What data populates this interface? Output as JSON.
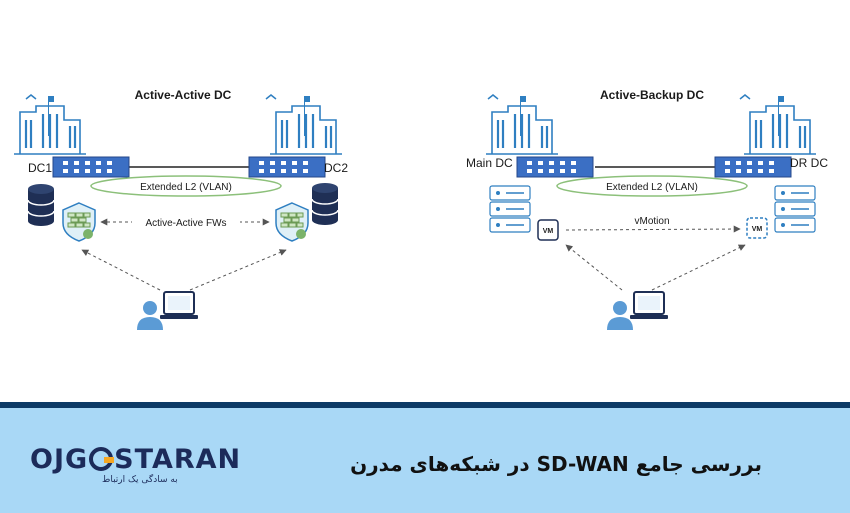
{
  "diagrams": [
    {
      "title": "Active-Active DC",
      "site_left": "DC1",
      "site_right": "DC2",
      "l2_label": "Extended L2 (VLAN)",
      "middle_label": "Active-Active FWs"
    },
    {
      "title": "Active-Backup DC",
      "site_left": "Main DC",
      "site_right": "DR DC",
      "l2_label": "Extended L2 (VLAN)",
      "middle_label": "vMotion",
      "vm_label": "VM"
    }
  ],
  "banner": {
    "logo_left": "OJG",
    "logo_right": "STARAN",
    "logo_tagline": "به سادگی یک ارتباط",
    "title": "بررسی جامع SD-WAN در شبکه‌های مدرن"
  },
  "colors": {
    "switch": "#3b6fc4",
    "accent": "#2f7fc1",
    "ellipse": "#8cc07a",
    "banner_bg": "#a9d8f6",
    "banner_line": "#0d3a66",
    "logo": "#1c2b5a",
    "logo_accent": "#f5a623"
  }
}
